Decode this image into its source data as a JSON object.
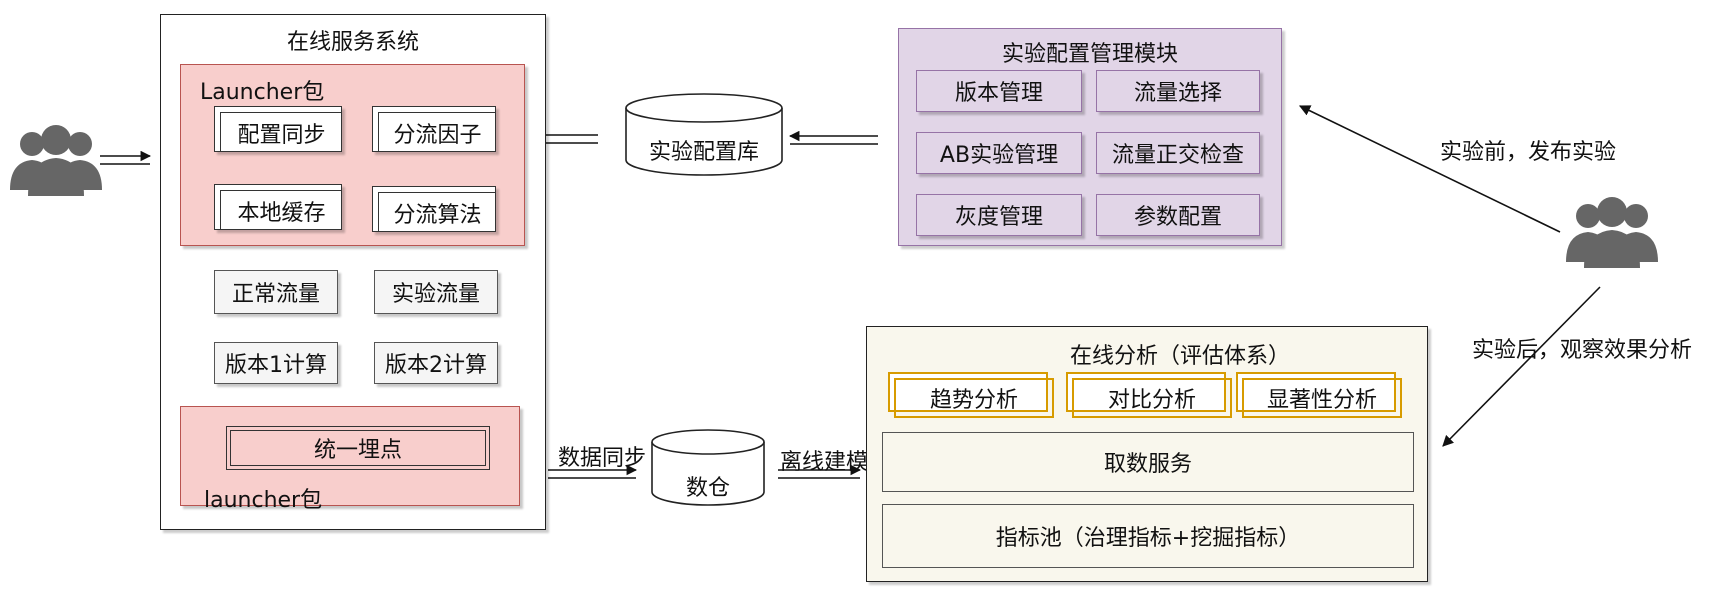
{
  "online_system": {
    "title": "在线服务系统",
    "launcher_top": {
      "label": "Launcher包",
      "config_sync": "配置同步",
      "split_factor": "分流因子",
      "local_cache": "本地缓存",
      "split_algorithm": "分流算法"
    },
    "normal_traffic": "正常流量",
    "experiment_traffic": "实验流量",
    "version1_compute": "版本1计算",
    "version2_compute": "版本2计算",
    "launcher_bottom": {
      "unified_tracking": "统一埋点",
      "label": "launcher包"
    }
  },
  "config_db": "实验配置库",
  "data_warehouse": "数仓",
  "data_sync_label": "数据同步",
  "offline_modeling_label": "离线建模",
  "config_module": {
    "title": "实验配置管理模块",
    "items": [
      "版本管理",
      "流量选择",
      "AB实验管理",
      "流量正交检查",
      "灰度管理",
      "参数配置"
    ]
  },
  "analysis": {
    "title": "在线分析（评估体系）",
    "trend": "趋势分析",
    "compare": "对比分析",
    "significance": "显著性分析",
    "fetch_service": "取数服务",
    "metric_pool": "指标池（治理指标+挖掘指标）"
  },
  "before_label": "实验前，发布实验",
  "after_label": "实验后，观察效果分析",
  "colors": {
    "launcher_fill": "#f8cecc",
    "launcher_stroke": "#b85450",
    "module_fill": "#e1d5e7",
    "module_stroke": "#9673a6",
    "analysis_fill": "#f9f7ed",
    "highlight_stroke": "#d79b00",
    "user_icon": "#666666"
  }
}
